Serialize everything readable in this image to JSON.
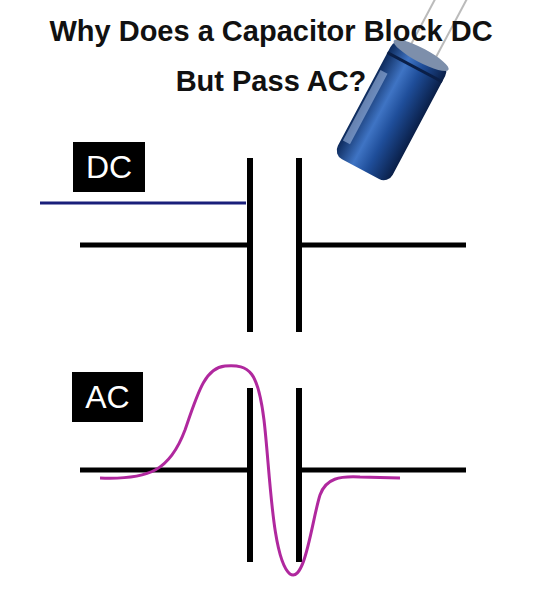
{
  "diagram": {
    "title": "Why Does a Capacitor Block DC But Pass AC?",
    "nodes": [
      {
        "text": [
          "DC"
        ]
      },
      {
        "text": [
          "AC"
        ]
      }
    ]
  }
}
